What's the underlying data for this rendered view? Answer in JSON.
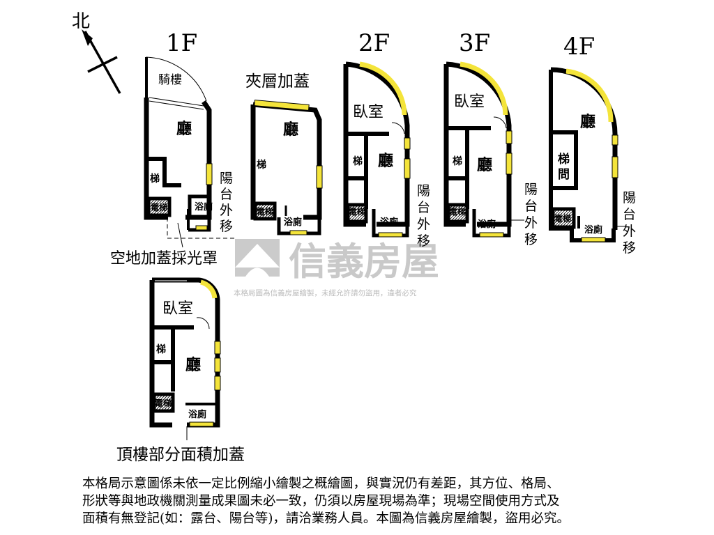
{
  "compass": {
    "label": "北"
  },
  "floors": {
    "f1": {
      "title": "1F",
      "arcade": "騎樓",
      "hall": "廳",
      "stairs": "梯",
      "elevator": "電梯",
      "bath": "浴廁",
      "balcony": "陽台外移",
      "annex": "空地加蓋採光罩"
    },
    "mezz": {
      "title": "夾層加蓋",
      "hall": "廳",
      "stairs": "梯",
      "elevator": "電梯",
      "bath": "浴廁"
    },
    "f2": {
      "title": "2F",
      "bedroom": "臥室",
      "hall": "廳",
      "stairs": "梯",
      "elevator": "電梯",
      "bath": "浴廁",
      "balcony": "陽台外移"
    },
    "f3": {
      "title": "3F",
      "bedroom": "臥室",
      "hall": "廳",
      "stairs": "梯",
      "elevator": "電梯",
      "bath": "浴廁",
      "balcony": "陽台外移"
    },
    "f4": {
      "title": "4F",
      "hall": "廳",
      "stairwell": "梯間",
      "elevator": "電梯",
      "bath": "浴廁",
      "balcony": "陽台外移"
    },
    "roof": {
      "title": "頂樓部分面積加蓋",
      "bedroom": "臥室",
      "hall": "廳",
      "stairs": "梯",
      "elevator": "電梯",
      "bath": "浴廁"
    }
  },
  "watermark": {
    "brand": "信義房屋",
    "notice": "本格局圖為信義房屋繪製，未經允許請勿盜用，違者必究"
  },
  "colors": {
    "wall": "#000000",
    "window": "#f4e43a",
    "watermark": "#c8c8c8"
  },
  "disclaimer": {
    "line1": "本格局示意圖係未依一定比例縮小繪製之概繪圖，與實況仍有差距，其方位、格局、",
    "line2": "形狀等與地政機關測量成果圖未必一致，仍須以房屋現場為準；現場空間使用方式及",
    "line3": "面積有無登記(如：露台、陽台等)，請洽業務人員。本圖為信義房屋繪製，盜用必究。"
  }
}
